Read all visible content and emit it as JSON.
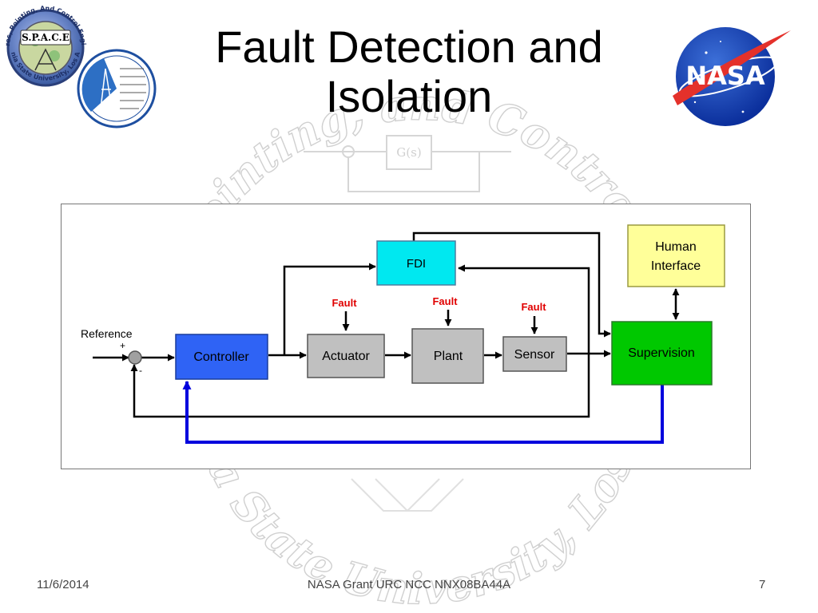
{
  "slide": {
    "title_line1": "Fault Detection and",
    "title_line2": "Isolation"
  },
  "watermark": {
    "arc_text": "Structures, Pointing, and Control Engineering",
    "arc_text_bottom": "California State University, Los Angeles",
    "transfer_function": "G(s)"
  },
  "logos": {
    "space_top_arc": "Structures, Pointing, And Control Engineering",
    "space_center": "S.P.A.C.E",
    "space_bottom_arc": "California State University, Los Angeles",
    "nasa": "NASA"
  },
  "diagram": {
    "reference_label": "Reference",
    "plus_sign": "+",
    "minus_sign": "-",
    "controller": "Controller",
    "actuator": "Actuator",
    "plant": "Plant",
    "sensor": "Sensor",
    "fdi": "FDI",
    "supervision": "Supervision",
    "human_interface_line1": "Human",
    "human_interface_line2": "Interface",
    "fault_label": "Fault"
  },
  "colors": {
    "controller": "#2f63f5",
    "fdi": "#00e8f0",
    "supervision": "#00c800",
    "human_interface": "#ffff99",
    "gray_block": "#c0c0c0",
    "fault_text": "#e00000",
    "feedback_blue": "#0000dd"
  },
  "footer": {
    "date": "11/6/2014",
    "center": "NASA Grant URC NCC NNX08BA44A",
    "page": "7"
  }
}
